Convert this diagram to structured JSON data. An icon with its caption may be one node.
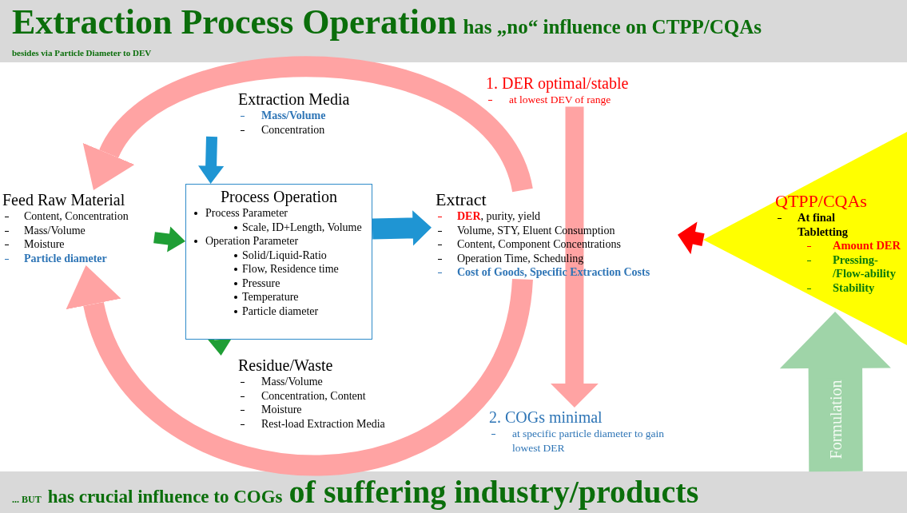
{
  "diagram": {
    "title": "Extraction Process Operation",
    "nodes": [
      {
        "text": [
          "Extraction Media",
          "Mass/Volume",
          "Concentration"
        ]
      },
      {
        "text": [
          "1. DER optimal/stable",
          "at lowest DEV of range"
        ]
      },
      {
        "text": [
          "Feed Raw Material",
          "Content, Concentration",
          "Mass/Volume",
          "Moisture",
          "Particle diameter"
        ]
      },
      {
        "text": [
          "Process Operation",
          "Process Parameter",
          "Scale, ID+Length, Volume",
          "Operation Parameter",
          "Solid/Liquid-Ratio",
          "Flow, Residence time",
          "Pressure",
          "Temperature",
          "Particle diameter"
        ]
      },
      {
        "text": [
          "Extract",
          "**DER**, purity, yield",
          "Volume, STY, Eluent Consumption",
          "Content, Component Concentrations",
          "Operation Time, Scheduling",
          "Cost of Goods, Specific Extraction Costs"
        ]
      },
      {
        "text": [
          "QTPP/CQAs",
          "At final Tabletting",
          "Amount DER",
          "Pressing-/Flow-ability",
          "Stability"
        ]
      },
      {
        "text": [
          "Residue/Waste",
          "Mass/Volume",
          "Concentration, Content",
          "Moisture",
          "Rest-load Extraction Media"
        ]
      },
      {
        "text": [
          "2. COGs minimal",
          "at specific particle diameter to gain lowest DER"
        ]
      }
    ],
    "edges": [
      {
        "from": 2,
        "to": 3,
        "arrow": "to",
        "color": "#1f9e35"
      },
      {
        "from": 0,
        "to": 3,
        "arrow": "to",
        "color": "#1f95d3"
      },
      {
        "from": 3,
        "to": 4,
        "arrow": "to",
        "color": "#1f95d3"
      },
      {
        "from": 3,
        "to": 6,
        "arrow": "to",
        "color": "#1f9e35"
      },
      {
        "from": 5,
        "to": 4,
        "arrow": "to",
        "color": "#ff0000"
      },
      {
        "from": 1,
        "to": 7,
        "arrow": "to",
        "color": "#ffa3a3"
      },
      {
        "from": 4,
        "to": 2,
        "arrow": "to",
        "color": "#ffa3a3"
      },
      {
        "from": 4,
        "to": 2,
        "arrow": "to",
        "color": "#ffa3a3"
      },
      {
        "from": null,
        "to": 5,
        "arrow": "to",
        "label": "Formulation",
        "style": "thick",
        "color": "#9fd4a8"
      }
    ],
    "labels": [
      "has „no“ influence on CTPP/CQAs",
      "besides via Particle Diameter to DEV",
      "... BUT",
      "has crucial influence to COGs",
      "of suffering industry/products"
    ]
  }
}
